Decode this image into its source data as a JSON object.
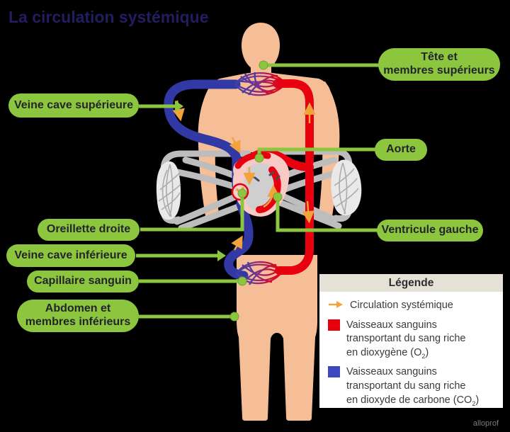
{
  "title": "La circulation systémique",
  "watermark": "alloprof",
  "labels": {
    "tete": {
      "lines": [
        "Tête et",
        "membres supérieurs"
      ]
    },
    "veine_cave_superieure": {
      "text": "Veine cave supérieure"
    },
    "aorte": {
      "text": "Aorte"
    },
    "oreillette_droite": {
      "text": "Oreillette droite"
    },
    "ventricule_gauche": {
      "text": "Ventricule gauche"
    },
    "veine_cave_inferieure": {
      "text": "Veine cave inférieure"
    },
    "capillaire_sanguin": {
      "text": "Capillaire sanguin"
    },
    "abdomen": {
      "lines": [
        "Abdomen et",
        "membres inférieurs"
      ]
    }
  },
  "legend": {
    "title": "Légende",
    "items": [
      {
        "symbol": "orange-arrow-icon",
        "text": "Circulation systémique"
      },
      {
        "symbol": "red-square",
        "lines": [
          "Vaisseaux sanguins",
          "transportant du sang riche"
        ],
        "last_line": {
          "pre": "en dioxygène (O",
          "sub": "2",
          "post": ")"
        }
      },
      {
        "symbol": "blue-square",
        "lines": [
          "Vaisseaux sanguins",
          "transportant du sang riche"
        ],
        "last_line": {
          "pre": "en dioxyde de carbone (CO",
          "sub": "2",
          "post": ")"
        }
      }
    ]
  },
  "colors": {
    "background": "#000000",
    "label_green": "#8CC63F",
    "label_text": "#24242B",
    "title_navy": "#231D5F",
    "skin": "#F6BE97",
    "oxygenated_red": "#E8000F",
    "deoxygenated_blue": "#3239A4",
    "legend_blue_square": "#3C48BE",
    "pulmonary_gray": "#BDBDBD",
    "lung_fill": "#E9E9E9",
    "flow_arrow_orange": "#F2A33C",
    "legend_header_beige": "#E6E1D7",
    "heart_pink": "#F9C9C4"
  }
}
